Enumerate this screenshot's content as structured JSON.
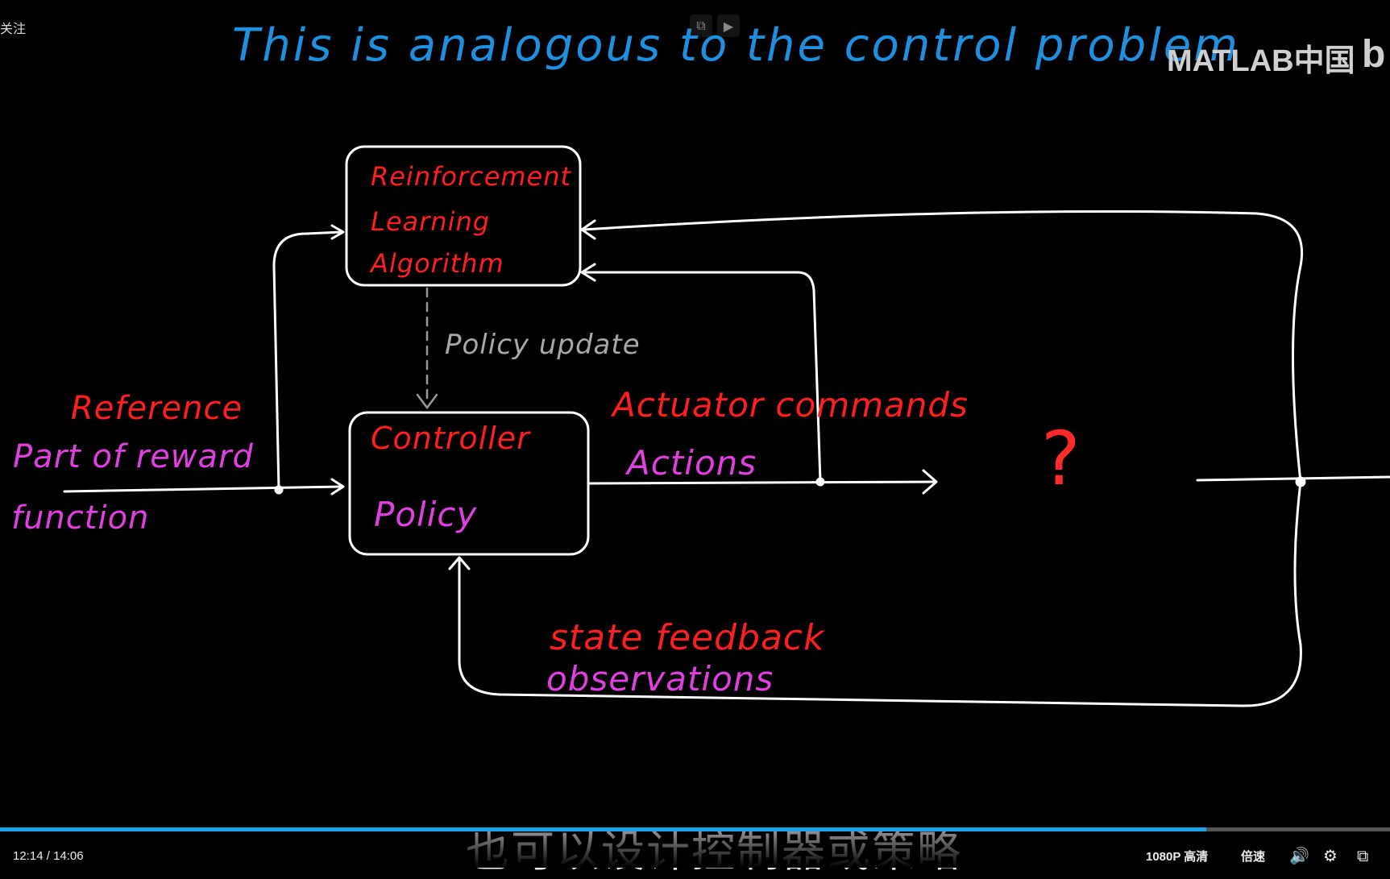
{
  "top": {
    "follow_label": "关注",
    "brand": "MATLAB中国",
    "bili_glyph": "b"
  },
  "diagram": {
    "title": "This is analogous to the control problem",
    "rl_box_lines": [
      "Reinforcement",
      "Learning",
      "Algorithm"
    ],
    "policy_update": "Policy update",
    "controller": "Controller",
    "policy": "Policy",
    "reference": "Reference",
    "reward_lines": [
      "Part of reward",
      "function"
    ],
    "actuator": "Actuator commands",
    "actions": "Actions",
    "unknown": "?",
    "state_feedback": "state feedback",
    "observations": "observations"
  },
  "player": {
    "time_current": "12:14",
    "time_sep": "/",
    "time_total": "14:06",
    "progress": 0.868,
    "subtitle": "也可以设计控制器或策略",
    "quality": "1080P 高清",
    "speed": "倍速",
    "colors": {
      "progress": "#1aa3e6"
    }
  }
}
